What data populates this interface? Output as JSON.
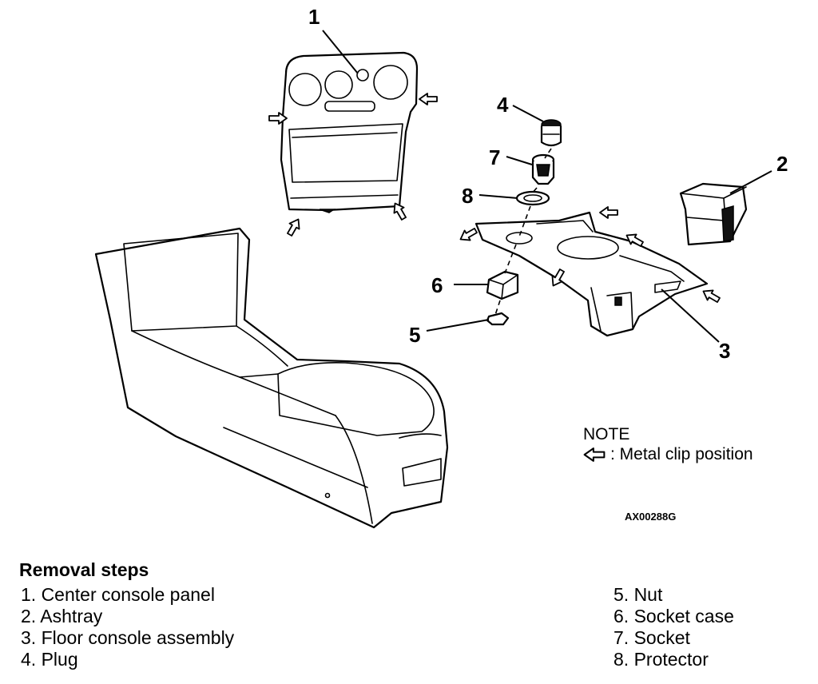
{
  "callouts": [
    "1",
    "2",
    "3",
    "4",
    "5",
    "6",
    "7",
    "8"
  ],
  "note": {
    "title": "NOTE",
    "legend_text": ": Metal clip position",
    "legend_icon": "arrow-left-outline-icon"
  },
  "figure_code": "AX00288G",
  "removal": {
    "title": "Removal steps",
    "steps_left": [
      "1. Center console panel",
      "2. Ashtray",
      "3. Floor console assembly",
      "4. Plug"
    ],
    "steps_right": [
      "5. Nut",
      "6. Socket case",
      "7. Socket",
      "8. Protector"
    ]
  }
}
